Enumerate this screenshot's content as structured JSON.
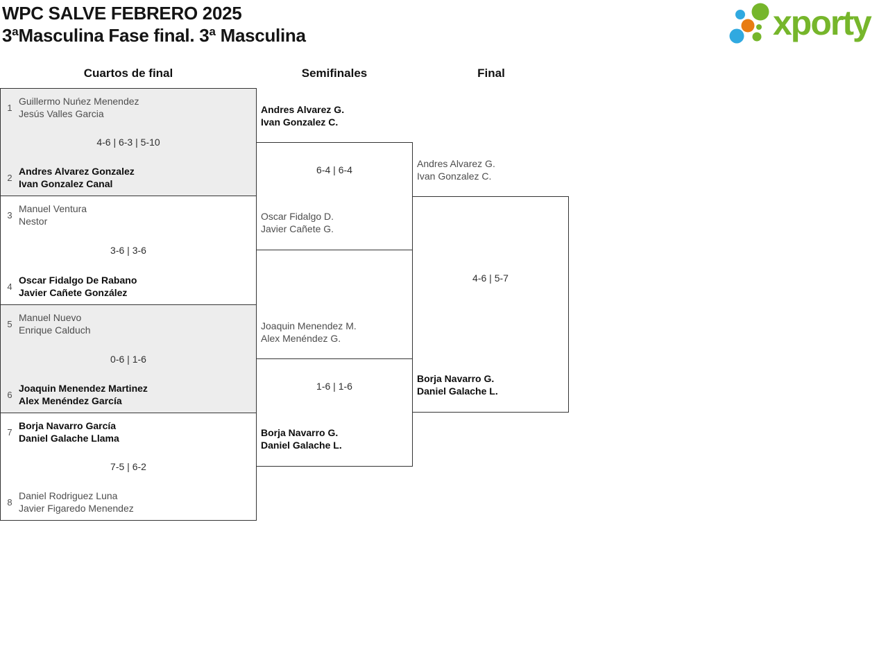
{
  "header": {
    "title": "WPC SALVE FEBRERO 2025",
    "subtitle": "3ªMasculina Fase final. 3ª Masculina"
  },
  "logo": {
    "text": "xporty",
    "colors": {
      "green": "#76b62b",
      "blue": "#30a9e0",
      "orange": "#e87c12"
    }
  },
  "rounds": [
    {
      "label": "Cuartos de final"
    },
    {
      "label": "Semifinales"
    },
    {
      "label": "Final"
    }
  ],
  "matches": {
    "quarterfinals": [
      {
        "seed_top": "1",
        "top": [
          "Guillermo Nuńez Menendez",
          "Jesús Valles Garcia"
        ],
        "score": "4-6 | 6-3 | 5-10",
        "seed_bottom": "2",
        "bottom": [
          "Andres Alvarez Gonzalez",
          "Ivan Gonzalez Canal"
        ],
        "winner": "bottom"
      },
      {
        "seed_top": "3",
        "top": [
          "Manuel Ventura",
          "Nestor"
        ],
        "score": "3-6 | 3-6",
        "seed_bottom": "4",
        "bottom": [
          "Oscar Fidalgo De Rabano",
          "Javier Cañete González"
        ],
        "winner": "bottom"
      },
      {
        "seed_top": "5",
        "top": [
          "Manuel Nuevo",
          "Enrique Calduch"
        ],
        "score": "0-6 | 1-6",
        "seed_bottom": "6",
        "bottom": [
          "Joaquin Menendez Martinez",
          "Alex Menéndez García"
        ],
        "winner": "bottom"
      },
      {
        "seed_top": "7",
        "top": [
          "Borja Navarro García",
          "Daniel Galache Llama"
        ],
        "score": "7-5 | 6-2",
        "seed_bottom": "8",
        "bottom": [
          "Daniel Rodriguez Luna",
          "Javier Figaredo Menendez"
        ],
        "winner": "top"
      }
    ],
    "semifinals": [
      {
        "top": [
          "Andres Alvarez G.",
          "Ivan Gonzalez C."
        ],
        "score": "6-4 | 6-4",
        "bottom": [
          "Oscar Fidalgo D.",
          "Javier Cañete G."
        ],
        "winner": "top"
      },
      {
        "top": [
          "Joaquin Menendez M.",
          "Alex Menéndez G."
        ],
        "score": "1-6 | 1-6",
        "bottom": [
          "Borja Navarro G.",
          "Daniel Galache L."
        ],
        "winner": "bottom"
      }
    ],
    "final": {
      "top": [
        "Andres Alvarez G.",
        "Ivan Gonzalez C."
      ],
      "score": "4-6 | 5-7",
      "bottom": [
        "Borja Navarro G.",
        "Daniel Galache L."
      ],
      "winner": "bottom"
    }
  }
}
